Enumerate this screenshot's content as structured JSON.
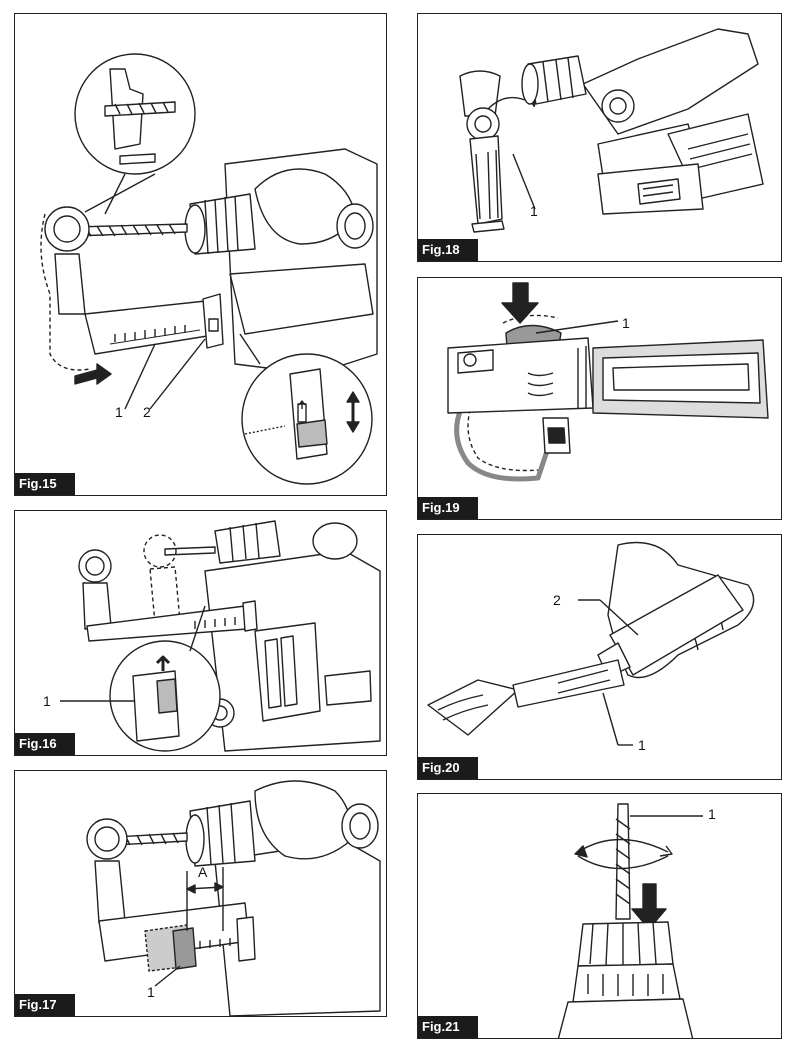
{
  "figures": {
    "fig15": {
      "label": "Fig.15",
      "callouts": [
        "1",
        "2"
      ]
    },
    "fig16": {
      "label": "Fig.16",
      "callouts": [
        "1"
      ]
    },
    "fig17": {
      "label": "Fig.17",
      "callouts": [
        "1"
      ],
      "dimension": "A"
    },
    "fig18": {
      "label": "Fig.18",
      "callouts": [
        "1"
      ]
    },
    "fig19": {
      "label": "Fig.19",
      "callouts": [
        "1"
      ]
    },
    "fig20": {
      "label": "Fig.20",
      "callouts": [
        "2",
        "1"
      ]
    },
    "fig21": {
      "label": "Fig.21",
      "callouts": [
        "1"
      ]
    }
  },
  "colors": {
    "line": "#222222",
    "label_bg": "#1b1b1b",
    "grip_gray": "#c8c8c8",
    "band_gray": "#888888"
  }
}
